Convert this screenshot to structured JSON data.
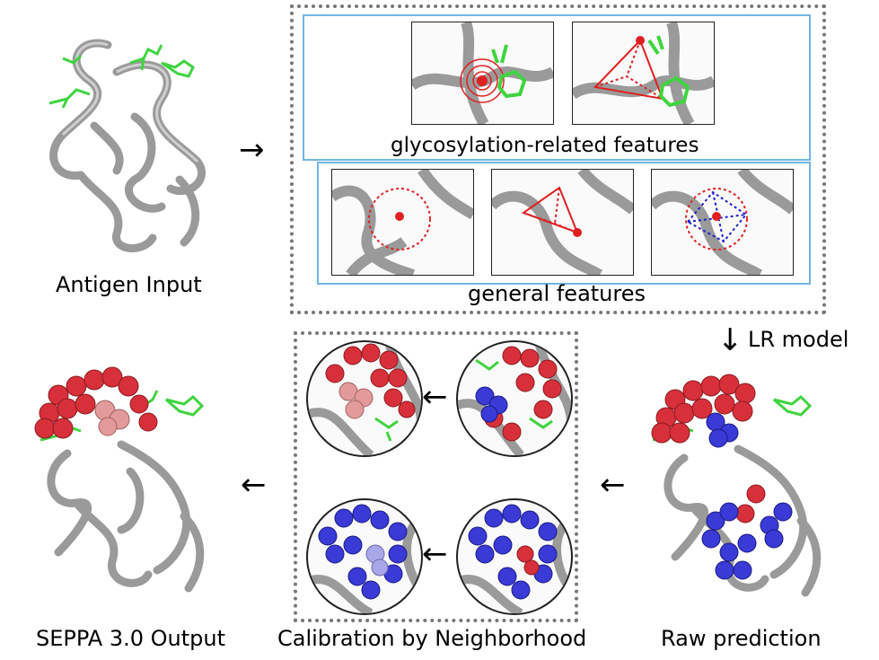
{
  "labels": {
    "antigen_input": "Antigen Input",
    "glyco_features": "glycosylation-related features",
    "general_features": "general features",
    "lr_model": "LR model",
    "seppa_output": "SEPPA 3.0 Output",
    "calibration": "Calibration by Neighborhood",
    "raw_prediction": "Raw prediction"
  },
  "arrows": {
    "right": "→",
    "down": "↓",
    "left": "←"
  },
  "colors": {
    "protein_gray": "#a9a9a9",
    "glycan_green": "#3fd43f",
    "epitope_red": "#d8303a",
    "calibrated_pink": "#e29a9a",
    "non_epitope_blue": "#3a3ad6",
    "calibrated_lightblue": "#a8a8e8",
    "feature_red": "#e02020",
    "feature_blue": "#2020d0",
    "box_border": "#777777",
    "panel_border": "#6fb6e6"
  }
}
